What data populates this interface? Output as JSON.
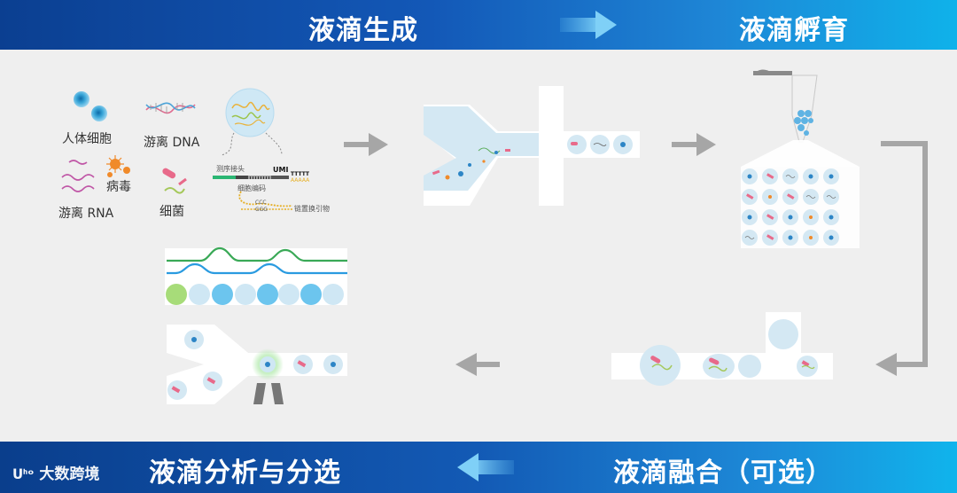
{
  "header": {
    "step1": "液滴生成",
    "step2": "液滴孵育"
  },
  "footer": {
    "step3": "液滴融合（可选）",
    "step4": "液滴分析与分选",
    "logo_text": "大数跨境"
  },
  "samples": {
    "cells": "人体细胞",
    "free_dna": "游离 DNA",
    "virus": "病毒",
    "free_rna": "游离 RNA",
    "bacteria": "细菌"
  },
  "bead": {
    "adapter": "测序接头",
    "umi": "UMI",
    "polyt": "TTTTT",
    "polya": "AAAAA",
    "barcode": "细胞编码",
    "ccc": "CCC",
    "ggg": "GGG",
    "switch": "链置换引物"
  },
  "colors": {
    "band_dark": "#0b3f91",
    "band_light": "#0fb2ea",
    "arrow_gray": "#a6a6a6",
    "droplet": "#d4e8f3",
    "channel": "#ffffff"
  }
}
